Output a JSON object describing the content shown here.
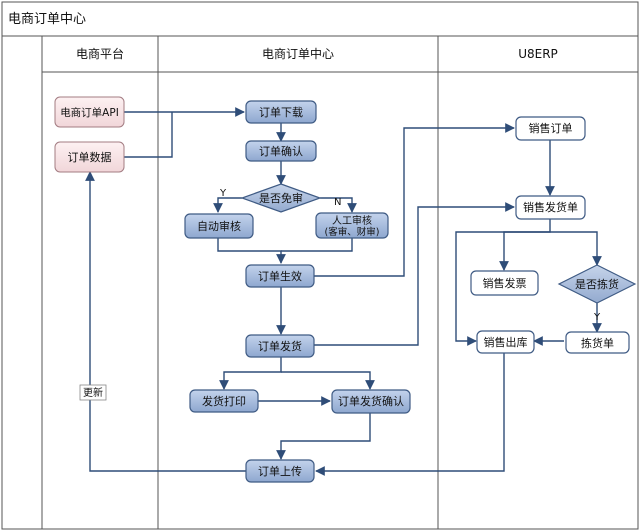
{
  "title": "电商订单中心",
  "lanes": {
    "platform": "电商平台",
    "center": "电商订单中心",
    "erp": "U8ERP"
  },
  "nodes": {
    "order_api": "电商订单API",
    "order_data": "订单数据",
    "order_download": "订单下载",
    "order_confirm": "订单确认",
    "exempt_check": "是否免审",
    "auto_review": "自动审核",
    "manual_review_1": "人工审核",
    "manual_review_2": "(客审、财审)",
    "order_effective": "订单生效",
    "order_ship": "订单发货",
    "ship_print": "发货打印",
    "ship_confirm": "订单发货确认",
    "order_upload": "订单上传",
    "sales_order": "销售订单",
    "sales_delivery": "销售发货单",
    "sales_invoice": "销售发票",
    "pick_check": "是否拣货",
    "sales_outbound": "销售出库",
    "pick_list": "拣货单"
  },
  "edge_labels": {
    "yes_left": "Y",
    "no_right": "N",
    "yes_down": "Y",
    "update": "更新"
  },
  "colors": {
    "process_fill": "#9db3d6",
    "process_stroke": "#3f5b84",
    "source_fill": "#f7e4e6",
    "erp_fill": "#ffffff",
    "decision_fill": "#a9bcd8",
    "line": "#2f4d78"
  }
}
